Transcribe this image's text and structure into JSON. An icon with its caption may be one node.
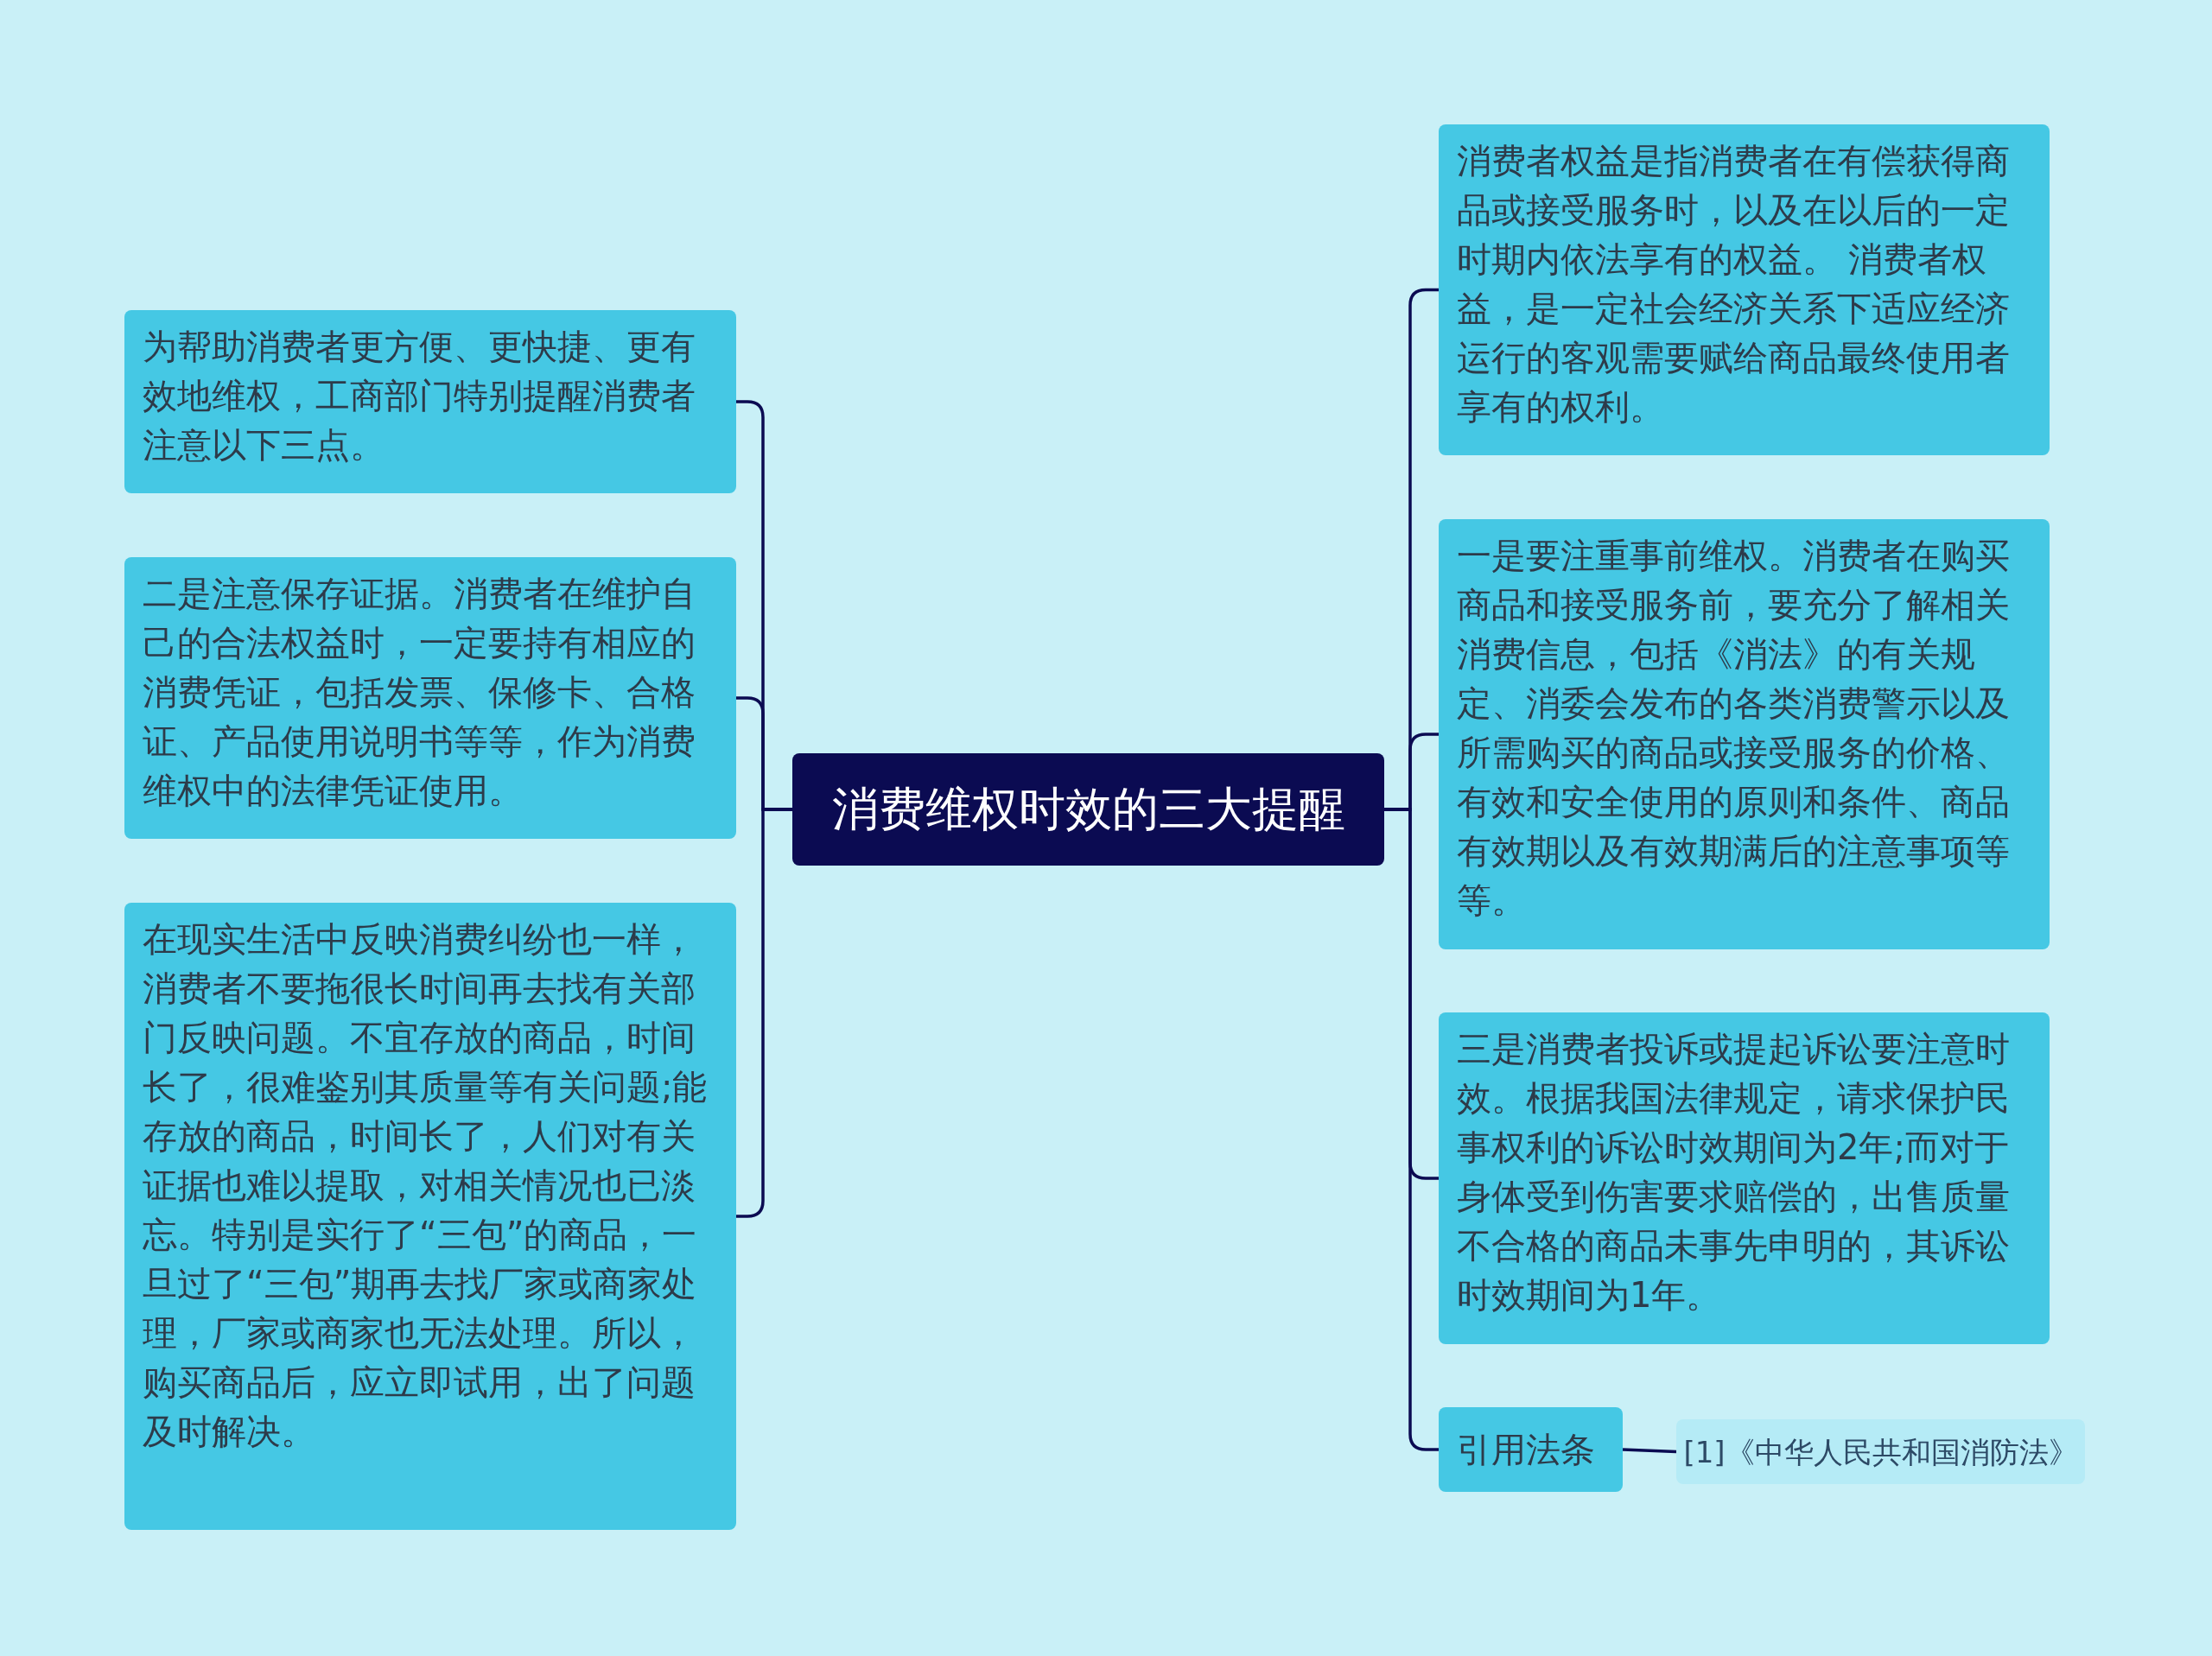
{
  "diagram": {
    "nodes": [
      {
        "text": [
          "消费维权时效的三大提醒"
        ]
      },
      {
        "text": [
          "为帮助消费者更方便、更快捷、更有效地维权，工商部门特别提醒消费者注意以下三点。"
        ]
      },
      {
        "text": [
          "二是注意保存证据。消费者在维护自己的合法权益时，一定要持有相应的消费凭证，包括发票、保修卡、合格证、产品使用说明书等等，作为消费维权中的法律凭证使用。"
        ]
      },
      {
        "text": [
          "在现实生活中反映消费纠纷也一样，消费者不要拖很长时间再去找有关部门反映问题。不宜存放的商品，时间长了，很难鉴别其质量等有关问题;能存放的商品，时间长了，人们对有关证据也难以提取，对相关情况也已淡忘。特别是实行了“三包”的商品，一旦过了“三包”期再去找厂家或商家处理，厂家或商家也无法处理。所以，购买商品后，应立即试用，出了问题及时解决。"
        ]
      },
      {
        "text": [
          "消费者权益是指消费者在有偿获得商品或接受服务时，以及在以后的一定时期内依法享有的权益。 消费者权益，是一定社会经济关系下适应经济运行的客观需要赋给商品最终使用者享有的权利。"
        ]
      },
      {
        "text": [
          "一是要注重事前维权。消费者在购买商品和接受服务前，要充分了解相关消费信息，包括《消法》的有关规定、消委会发布的各类消费警示以及所需购买的商品或接受服务的价格、有效和安全使用的原则和条件、商品有效期以及有效期满后的注意事项等等。"
        ]
      },
      {
        "text": [
          "三是消费者投诉或提起诉讼要注意时效。根据我国法律规定，请求保护民事权利的诉讼时效期间为2年;而对于身体受到伤害要求赔偿的，出售质量不合格的商品未事先申明的，其诉讼时效期间为1年。"
        ]
      },
      {
        "text": [
          "引用法条"
        ]
      },
      {
        "text": [
          "[1]《中华人民共和国消防法》"
        ]
      }
    ],
    "edges": [
      {
        "from": 0,
        "to": 1,
        "arrow": "none"
      },
      {
        "from": 0,
        "to": 2,
        "arrow": "none"
      },
      {
        "from": 0,
        "to": 3,
        "arrow": "none"
      },
      {
        "from": 0,
        "to": 4,
        "arrow": "none"
      },
      {
        "from": 0,
        "to": 5,
        "arrow": "none"
      },
      {
        "from": 0,
        "to": 6,
        "arrow": "none"
      },
      {
        "from": 0,
        "to": 7,
        "arrow": "none"
      },
      {
        "from": 7,
        "to": 8,
        "arrow": "none"
      }
    ]
  }
}
